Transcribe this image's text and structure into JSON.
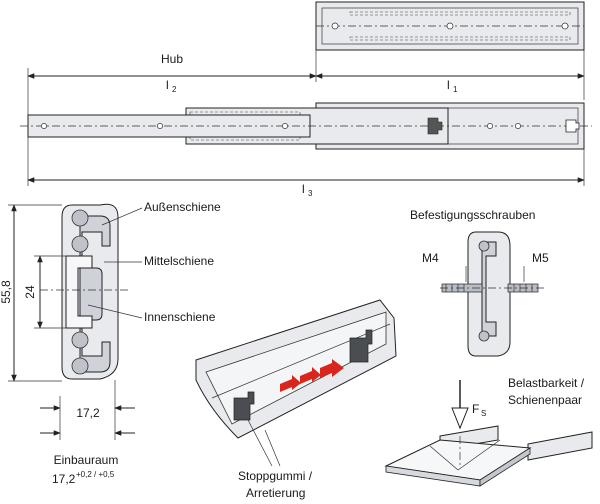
{
  "labels": {
    "hub": "Hub",
    "l1": "l",
    "l1_sub": "1",
    "l2": "l",
    "l2_sub": "2",
    "l3": "l",
    "l3_sub": "3",
    "aussenschiene": "Außenschiene",
    "mittelschiene": "Mittelschiene",
    "innenschiene": "Innenschiene",
    "dim_558": "55,8",
    "dim_24": "24",
    "dim_172": "17,2",
    "einbauraum": "Einbauraum",
    "einbau_value": "17,2",
    "einbau_tol": "+0,2 / +0,5",
    "befestigungsschrauben": "Befestigungsschrauben",
    "m4": "M4",
    "m5": "M5",
    "stoppgummi_1": "Stoppgummi /",
    "stoppgummi_2": "Arretierung",
    "belastbarkeit_1": "Belastbarkeit /",
    "belastbarkeit_2": "Schienenpaar",
    "force": "F",
    "force_sub": "S"
  },
  "colors": {
    "rail_fill": "#e9eaed",
    "rail_dark": "#cfd2d8",
    "arrow_red": "#d9261c",
    "stopper": "#4a4d52"
  }
}
